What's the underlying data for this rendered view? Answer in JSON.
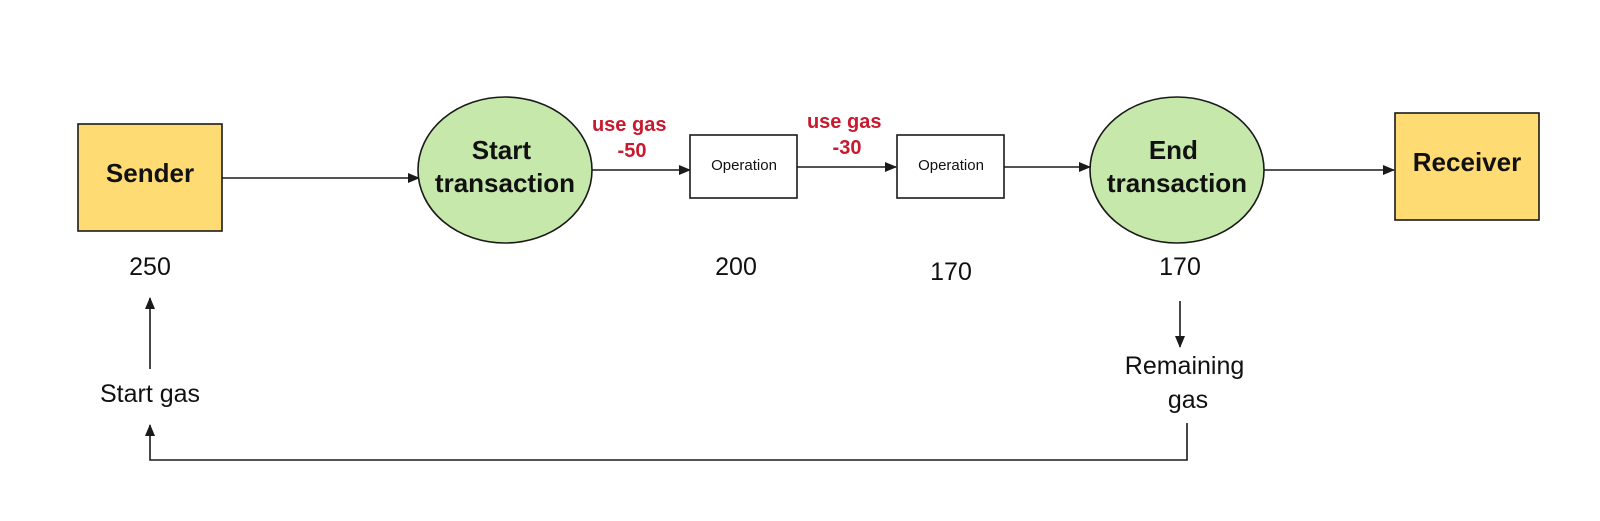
{
  "nodes": {
    "sender": "Sender",
    "start_transaction": [
      "Start",
      "transaction"
    ],
    "operation_1": "Operation",
    "operation_2": "Operation",
    "end_transaction": [
      "End",
      "transaction"
    ],
    "receiver": "Receiver"
  },
  "gas_annotations": [
    {
      "line1": "use gas",
      "line2": "-50"
    },
    {
      "line1": "use gas",
      "line2": "-30"
    }
  ],
  "gas_values": {
    "sender": "250",
    "operation_1": "200",
    "operation_2": "170",
    "end_transaction": "170"
  },
  "labels": {
    "start_gas": "Start gas",
    "remaining_gas": [
      "Remaining",
      "gas"
    ]
  },
  "colors": {
    "yellow_node": "#ffdc73",
    "green_node": "#c6e8ab",
    "red_text": "#c8192e"
  }
}
